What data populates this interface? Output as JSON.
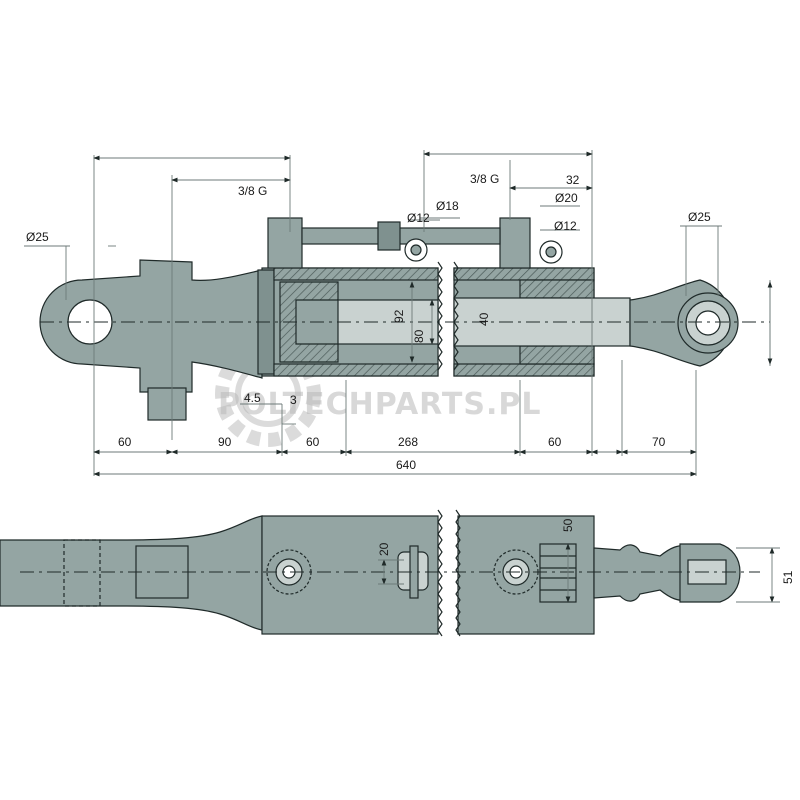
{
  "watermark": "POLTECHPARTS.PL",
  "colors": {
    "body": "#94a5a3",
    "body_dark": "#7f918f",
    "hatch": "#4b5a58",
    "line": "#1f2a29",
    "dim_line": "#6d7a78"
  },
  "top_view": {
    "diameters": {
      "pin_left": "Ø25",
      "pin_right": "Ø25",
      "d12_left": "Ø12",
      "d18": "Ø18",
      "d20": "Ø20",
      "d12_right": "Ø12"
    },
    "ports": {
      "left": "3/8 G",
      "right": "3/8 G"
    },
    "upper_dims": {
      "d32": "32"
    },
    "vertical": {
      "d92": "92",
      "d80": "80",
      "d40": "40"
    },
    "small": {
      "d4_5": "4.5",
      "d3": "3"
    },
    "chain": [
      "60",
      "90",
      "60",
      "268",
      "60",
      "70"
    ],
    "overall": "640"
  },
  "bottom_view": {
    "d20": "20",
    "d50": "50",
    "d51": "51"
  }
}
